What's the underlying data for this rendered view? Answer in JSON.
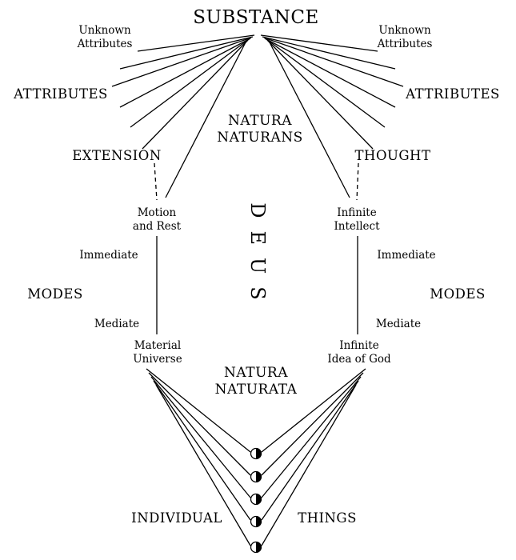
{
  "diagram": {
    "substance": "SUBSTANCE",
    "natura_naturans": "NATURA\nNATURANS",
    "natura_naturata": "NATURA\nNATURATA",
    "deus": "DEUS",
    "left": {
      "unknown_attributes": "Unknown\nAttributes",
      "attributes": "ATTRIBUTES",
      "extension": "EXTENSION",
      "immediate_mode": "Motion\nand Rest",
      "immediate": "Immediate",
      "modes": "MODES",
      "mediate": "Mediate",
      "mediate_mode": "Material\nUniverse"
    },
    "right": {
      "unknown_attributes": "Unknown\nAttributes",
      "attributes": "ATTRIBUTES",
      "thought": "THOUGHT",
      "immediate_mode": "Infinite\nIntellect",
      "immediate": "Immediate",
      "modes": "MODES",
      "mediate": "Mediate",
      "mediate_mode": "Infinite\nIdea of God"
    },
    "bottom": {
      "individual": "INDIVIDUAL",
      "things": "THINGS",
      "things_count": "5"
    },
    "colors": {
      "line": "#000000",
      "background": "#ffffff"
    }
  }
}
